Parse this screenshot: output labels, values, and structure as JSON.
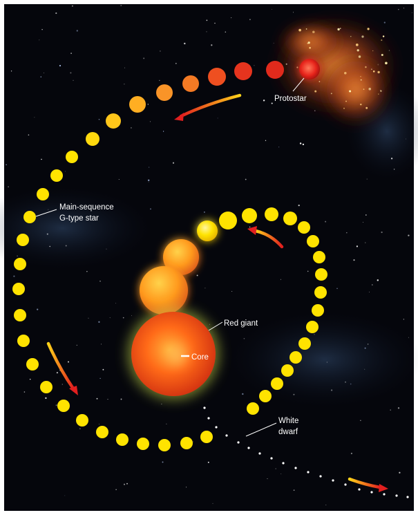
{
  "labels": {
    "protostar": "Protostar",
    "main_sequence_line1": "Main-sequence",
    "main_sequence_line2": "G-type star",
    "red_giant": "Red giant",
    "core": "Core",
    "white_dwarf_line1": "White",
    "white_dwarf_line2": "dwarf"
  },
  "colors": {
    "background": "#05060c",
    "frame": "#ffffff",
    "main_sequence_star": "#ffe300",
    "protostar": "#e8251c",
    "red_giant_core": "#ff7a1a",
    "red_giant_outer": "#d7320f",
    "white_dwarf": "#ffffff",
    "arrow_start": "#ffd21a",
    "arrow_end": "#e11f1f",
    "nebula": "#c2501d"
  },
  "stages": [
    "protostar",
    "main-sequence G-type star",
    "red giant",
    "white dwarf"
  ]
}
